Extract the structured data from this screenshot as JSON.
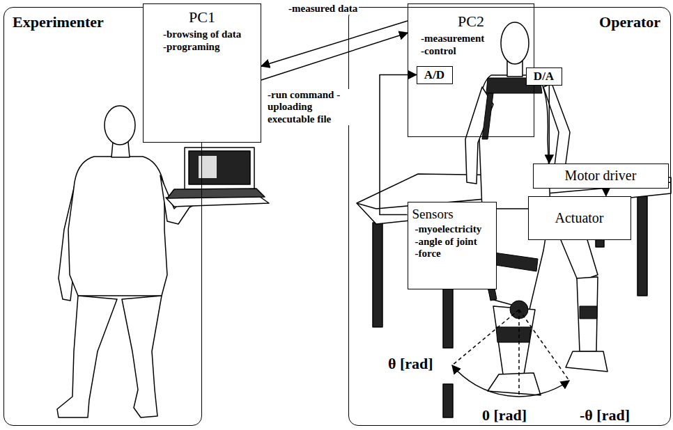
{
  "diagram": {
    "nodes": [
      {
        "text": [
          "Experimenter"
        ]
      },
      {
        "text": [
          "PC1",
          "-browsing of data",
          "-programing"
        ]
      },
      {
        "text": [
          "PC2",
          "-measurement",
          "-control"
        ]
      },
      {
        "text": [
          "A/D"
        ],
        "in": 2
      },
      {
        "text": [
          "D/A"
        ],
        "in": 2
      },
      {
        "text": [
          "Operator"
        ]
      },
      {
        "text": [
          "Motor driver"
        ],
        "in": 5
      },
      {
        "text": [
          "Actuator"
        ],
        "in": 5
      },
      {
        "text": [
          "Sensors",
          "-myoelectricity",
          "-angle of joint",
          "-force"
        ],
        "in": 5
      }
    ],
    "edges": [
      {
        "from": 2,
        "to": 1,
        "arrow": "to",
        "label": "-measured data"
      },
      {
        "from": 1,
        "to": 2,
        "arrow": "to",
        "label": "-run command -uploading executable file"
      },
      {
        "from": 8,
        "to": 3,
        "arrow": "to"
      },
      {
        "from": 4,
        "to": 6,
        "arrow": "to"
      },
      {
        "from": 6,
        "to": 7,
        "arrow": "to"
      }
    ],
    "labels": [
      "θ [rad]",
      "0 [rad]",
      "-θ [rad]"
    ]
  }
}
